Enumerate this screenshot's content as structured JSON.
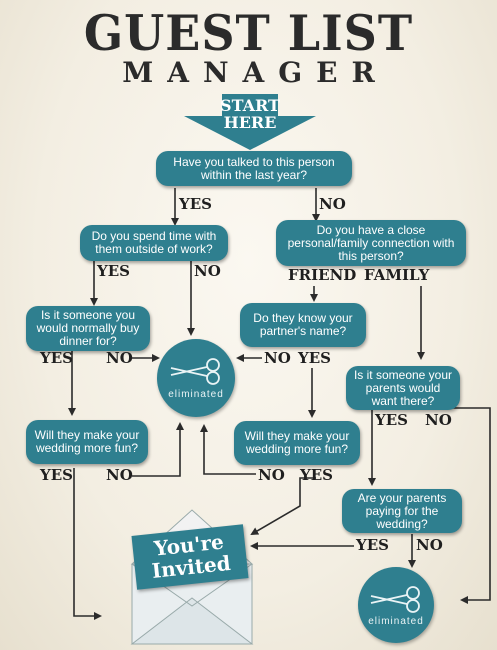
{
  "title": {
    "line1": "GUEST LIST",
    "line2": "MANAGER"
  },
  "start": {
    "line1": "START",
    "line2": "HERE"
  },
  "questions": {
    "q1": "Have you talked to this person within the last year?",
    "q2": "Do you spend time with them outside of work?",
    "q3": "Do you have a close personal/family connection with this person?",
    "q4": "Is it someone you would normally buy dinner for?",
    "q5": "Do they know your partner's name?",
    "q6": "Is it someone your parents would want there?",
    "q7": "Will they make your wedding more fun?",
    "q8": "Will they make your wedding more fun?",
    "q9": "Are your parents paying for the wedding?"
  },
  "labels": {
    "yes": "YES",
    "no": "NO",
    "friend": "FRIEND",
    "family": "FAMILY"
  },
  "outcomes": {
    "eliminated": "eliminated",
    "invited_line1": "You're",
    "invited_line2": "Invited"
  },
  "colors": {
    "teal": "#2f7f8f",
    "ink": "#2b2b2b",
    "background": "#f6f2e7"
  },
  "icons": [
    "scissors-icon",
    "envelope-icon",
    "start-arrow-icon"
  ]
}
